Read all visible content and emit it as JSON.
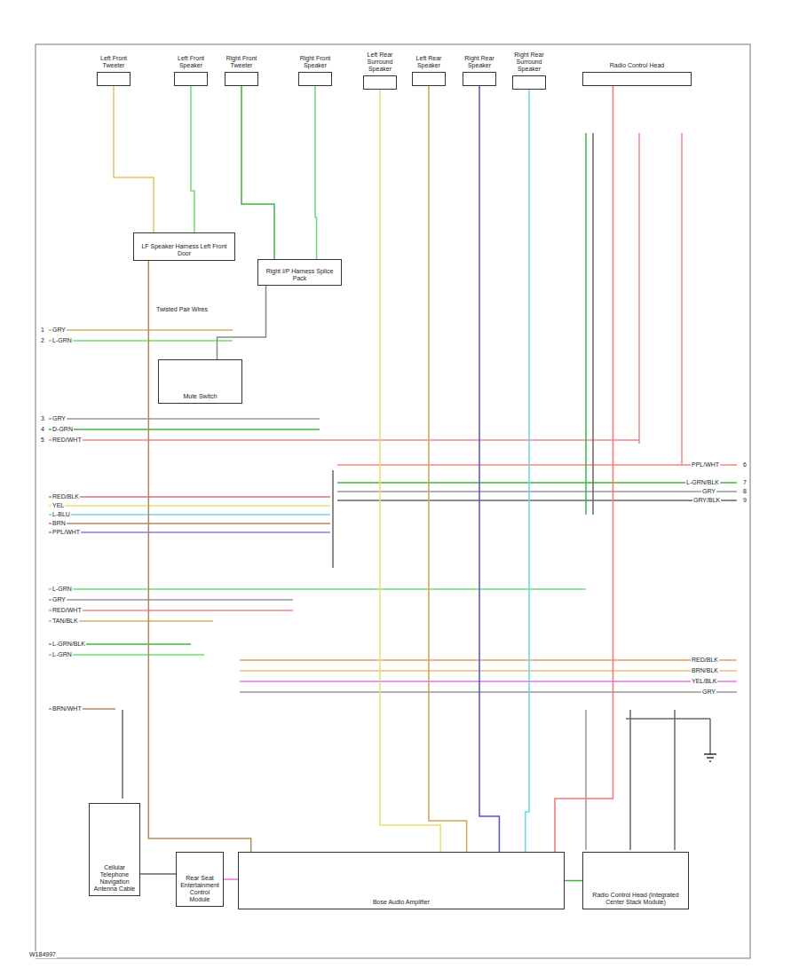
{
  "diagram": {
    "nodes": [
      {
        "text": [
          "Left Front Tweeter"
        ]
      },
      {
        "text": [
          "Left Front Speaker"
        ]
      },
      {
        "text": [
          "Right Front Tweeter"
        ]
      },
      {
        "text": [
          "Right Front Speaker"
        ]
      },
      {
        "text": [
          "Left Rear Surround Speaker"
        ]
      },
      {
        "text": [
          "Left Rear Speaker"
        ]
      },
      {
        "text": [
          "Right Rear Speaker"
        ]
      },
      {
        "text": [
          "Right Rear Surround Speaker"
        ]
      },
      {
        "text": [
          "Radio Control Head"
        ]
      },
      {
        "text": [
          "LF Speaker Harness Left Front Door"
        ]
      },
      {
        "text": [
          "Right I/P Harness Splice Pack"
        ]
      },
      {
        "text": [
          "Mute Switch"
        ]
      },
      {
        "text": [
          "Cellular Telephone Navigation Antenna Cable"
        ]
      },
      {
        "text": [
          "Rear Seat Entertainment Control Module"
        ]
      },
      {
        "text": [
          "Bose Audio Amplifier"
        ]
      },
      {
        "text": [
          "Radio Control Head (Integrated Center Stack Module)"
        ]
      }
    ],
    "edges": [
      {
        "from": 0,
        "to": 9,
        "arrow": "none"
      },
      {
        "from": 1,
        "to": 9,
        "arrow": "none"
      },
      {
        "from": 2,
        "to": 10,
        "arrow": "none"
      },
      {
        "from": 3,
        "to": 10,
        "arrow": "none"
      },
      {
        "from": 4,
        "to": 14,
        "arrow": "none"
      },
      {
        "from": 5,
        "to": 14,
        "arrow": "none"
      },
      {
        "from": 6,
        "to": 14,
        "arrow": "none"
      },
      {
        "from": 7,
        "to": 14,
        "arrow": "none"
      },
      {
        "from": 8,
        "to": 14,
        "arrow": "none"
      },
      {
        "from": 9,
        "to": 14,
        "arrow": "none"
      },
      {
        "from": 10,
        "to": 11,
        "arrow": "none"
      },
      {
        "from": 12,
        "to": 13,
        "arrow": "none"
      },
      {
        "from": 13,
        "to": 14,
        "arrow": "none"
      },
      {
        "from": 15,
        "to": 14,
        "arrow": "none"
      }
    ],
    "labels": [
      "Twisted Pair Wires",
      "GRY",
      "L-GRN",
      "GRY",
      "D-GRN",
      "RED/WHT",
      "RED/BLK",
      "YEL",
      "L-BLU",
      "BRN",
      "PPL/WHT",
      "L-GRN",
      "GRY",
      "RED/WHT",
      "TAN/BLK",
      "L-GRN/BLK",
      "L-GRN",
      "BRN/WHT",
      "PPL/WHT",
      "L-GRN/BLK",
      "GRY",
      "GRY/BLK",
      "RED/BLK",
      "BRN/BLK",
      "YEL/BLK",
      "GRY",
      "1",
      "2",
      "3",
      "4",
      "5",
      "6",
      "7",
      "8",
      "9",
      "W184997"
    ]
  }
}
